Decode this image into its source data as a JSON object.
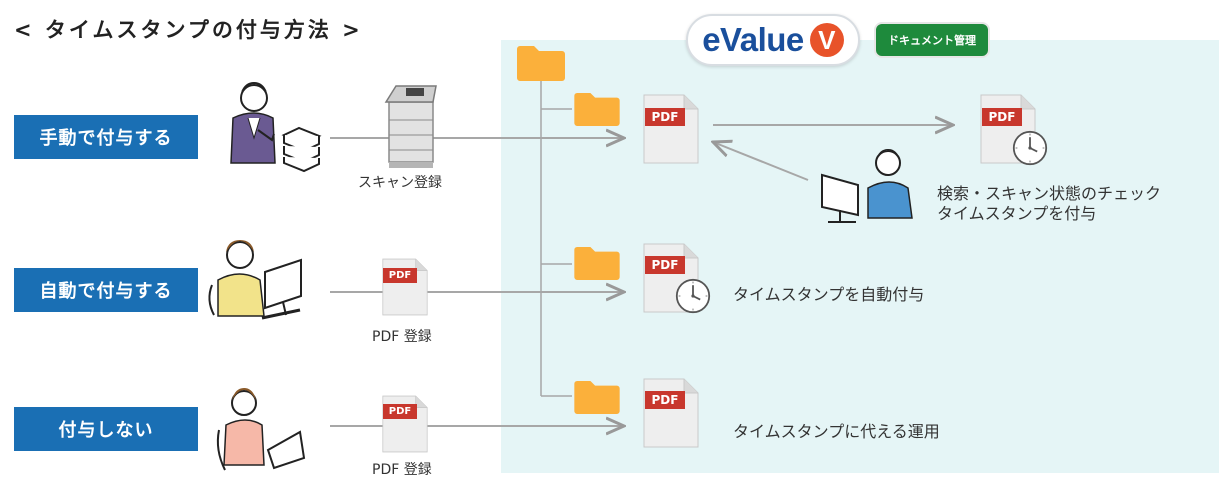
{
  "title": "< タイムスタンプの付与方法 >",
  "logo": {
    "text": "eValue",
    "mark": "V",
    "badge": "ドキュメント管理"
  },
  "methods": [
    {
      "label": "手動で付与する"
    },
    {
      "label": "自動で付与する"
    },
    {
      "label": "付与しない"
    }
  ],
  "registration_labels": {
    "manual": "スキャン登録",
    "auto": "PDF 登録",
    "none": "PDF 登録"
  },
  "pdf_label": "PDF",
  "descriptions": {
    "check_line1": "検索・スキャン状態のチェック",
    "check_line2": "タイムスタンプを付与",
    "auto": "タイムスタンプを自動付与",
    "none": "タイムスタンプに代える運用"
  },
  "colors": {
    "method_bg": "#1a6fb4",
    "panel_bg": "#e5f5f6",
    "folder": "#fbb03b",
    "pdf_tag": "#c8372d",
    "badge_bg": "#1e8a3c",
    "logo_v": "#e8532a"
  },
  "icons": [
    "folder-icon",
    "pdf-file-icon",
    "clock-icon",
    "scanner-icon",
    "person-icon",
    "document-stack-icon",
    "computer-icon"
  ]
}
